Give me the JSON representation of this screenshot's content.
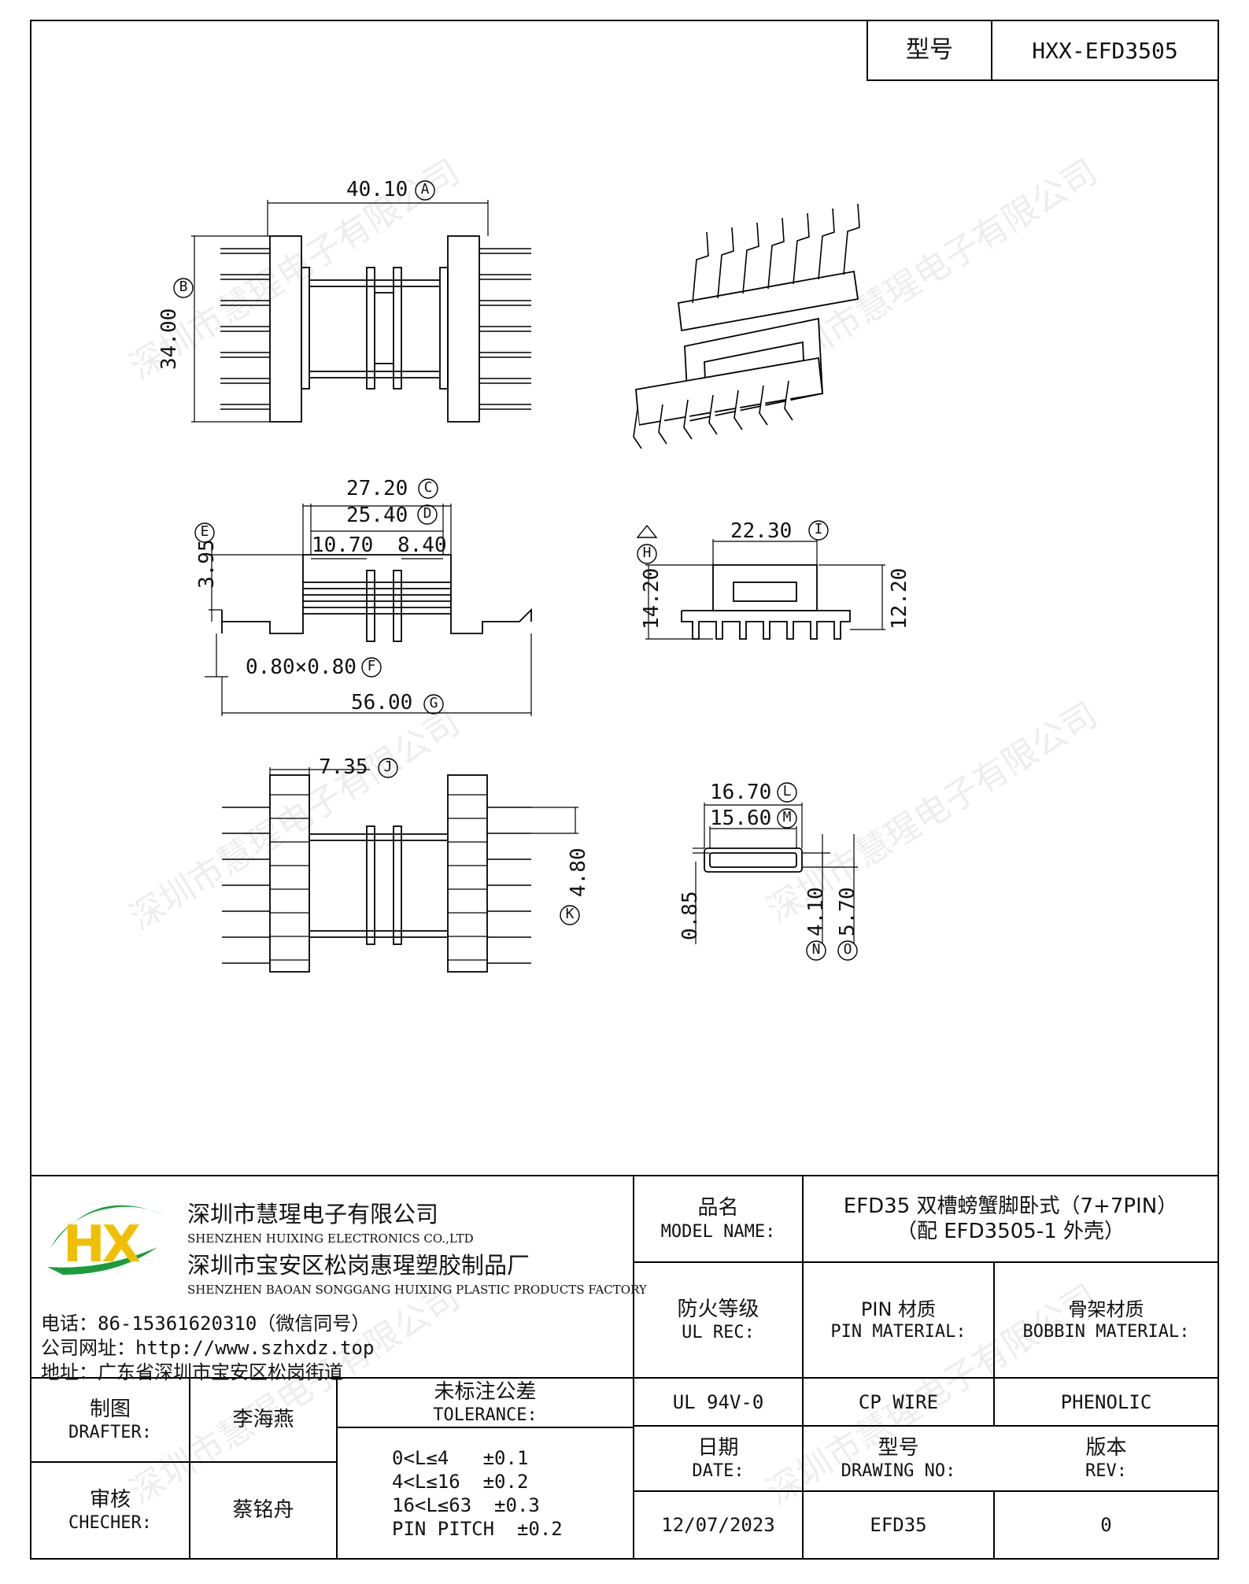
{
  "header": {
    "model_label": "型号",
    "model_value": "HXX-EFD3505"
  },
  "watermark": "深圳市慧瑆电子有限公司",
  "dims": {
    "A": "40.10",
    "B": "34.00",
    "C": "27.20",
    "D": "25.40",
    "d1": "10.70",
    "d2": "8.40",
    "E": "3.95",
    "F": "0.80×0.80",
    "G": "56.00",
    "H": "14.20",
    "h2": "12.20",
    "I": "22.30",
    "J": "7.35",
    "K": "4.80",
    "L": "16.70",
    "M": "15.60",
    "t1": "0.85",
    "N": "4.10",
    "O": "5.70"
  },
  "dim_letters": {
    "A": "A",
    "B": "B",
    "C": "C",
    "D": "D",
    "E": "E",
    "F": "F",
    "G": "G",
    "H": "H",
    "I": "I",
    "J": "J",
    "K": "K",
    "L": "L",
    "M": "M",
    "N": "N",
    "O": "O"
  },
  "company": {
    "name_cn": "深圳市慧瑆电子有限公司",
    "name_en": "SHENZHEN HUIXING ELECTRONICS CO.,LTD",
    "factory_cn": "深圳市宝安区松岗惠瑆塑胶制品厂",
    "factory_en": "SHENZHEN BAOAN SONGGANG HUIXING PLASTIC PRODUCTS FACTORY",
    "phone": "电话：86-15361620310（微信同号）",
    "website": "公司网址：http://www.szhxdz.top",
    "address": "地址：广东省深圳市宝安区松岗街道",
    "logo_text": "HX"
  },
  "title_block": {
    "model_name_cn": "品名",
    "model_name_en": "MODEL NAME:",
    "model_name_value_1": "EFD35 双槽螃蟹脚卧式（7+7PIN）",
    "model_name_value_2": "（配 EFD3505-1 外壳）",
    "fire_cn": "防火等级",
    "fire_en": "UL REC:",
    "pin_cn": "PIN 材质",
    "pin_en": "PIN MATERIAL:",
    "bobbin_cn": "骨架材质",
    "bobbin_en": "BOBBIN MATERIAL:",
    "fire_value": "UL 94V-0",
    "pin_value": "CP WIRE",
    "bobbin_value": "PHENOLIC",
    "drafter_cn": "制图",
    "drafter_en": "DRAFTER:",
    "drafter_value": "李海燕",
    "tol_cn": "未标注公差",
    "tol_en": "TOLERANCE:",
    "tol_1": "0<L≤4   ±0.1",
    "tol_2": "4<L≤16  ±0.2",
    "tol_3": "16<L≤63  ±0.3",
    "tol_4": "PIN PITCH  ±0.2",
    "checker_cn": "审核",
    "checker_en": "CHECHER:",
    "checker_value": "蔡铭舟",
    "date_cn": "日期",
    "date_en": "DATE:",
    "date_value": "12/07/2023",
    "dwg_cn": "型号",
    "dwg_en": "DRAWING NO:",
    "dwg_value": "EFD35",
    "rev_cn": "版本",
    "rev_en": "REV:",
    "rev_value": "0"
  }
}
